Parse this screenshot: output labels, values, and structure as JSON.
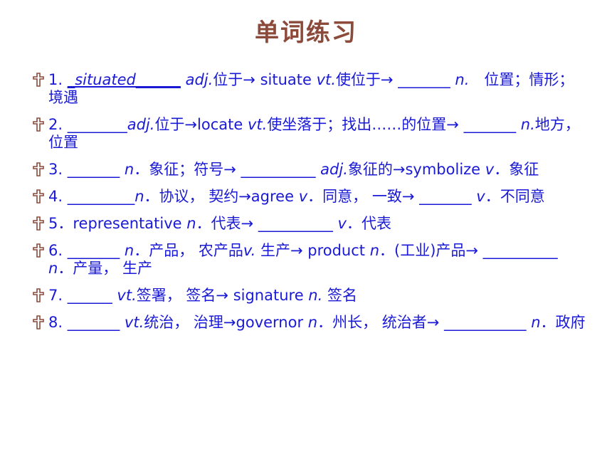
{
  "title": "单词练习",
  "colors": {
    "title": "#8B4A3A",
    "text": "#1a1ad6",
    "bullet": "#8B4A3A"
  },
  "bullet_icon": "cross-icon",
  "items": [
    {
      "s1": "1. ",
      "s2": "_situated______",
      "s3": " ",
      "s4": "adj.",
      "s5": "位于→ situate ",
      "s6": "vt.",
      "s7": "使位于→ _______ ",
      "s8": "n.",
      "s9": "　位置；情形；境遇"
    },
    {
      "s1": "2. ",
      "s2": "________",
      "s3": "",
      "s4": "adj.",
      "s5": "位于→locate ",
      "s6": "vt.",
      "s7": "使坐落于；找出……的位置→ _______ ",
      "s8": "n.",
      "s9": "地方， 位置"
    },
    {
      "s1": "3. ",
      "s2": "_______",
      "s3": " ",
      "s4": "n",
      "s5": "．象征；符号→ __________ ",
      "s6": "adj.",
      "s7": "象征的→symbolize ",
      "s8": "v",
      "s9": "．象征"
    },
    {
      "s1": "4. ",
      "s2": "_________",
      "s3": "",
      "s4": "n",
      "s5": "．协议， 契约→agree ",
      "s6": "v",
      "s7": "．同意， 一致→ _______ ",
      "s8": "v",
      "s9": "．不同意"
    },
    {
      "s1": "5．representative ",
      "s4": "n",
      "s5": "．代表→ __________ ",
      "s6": "v",
      "s7": "．代表"
    },
    {
      "s1": "6. ",
      "s2": "_______",
      "s3": " ",
      "s4": "n",
      "s5": "．产品， 农产品",
      "s6": "v.",
      "s7": " 生产→ product ",
      "s8": "n",
      "s9": "．(工业)产品→ __________ ",
      "s10": "n",
      "s11": "．产量， 生产"
    },
    {
      "s1": "7. ",
      "s2": "______",
      "s3": " ",
      "s4": "vt.",
      "s5": "签署， 签名→ signature ",
      "s6": "n.",
      "s7": " 签名"
    },
    {
      "s1": "8. ",
      "s2": "_______",
      "s3": " ",
      "s4": "vt.",
      "s5": "统治， 治理→governor ",
      "s6": "n",
      "s7": "．州长， 统治者→ ___________ ",
      "s8": "n",
      "s9": "．政府"
    }
  ]
}
